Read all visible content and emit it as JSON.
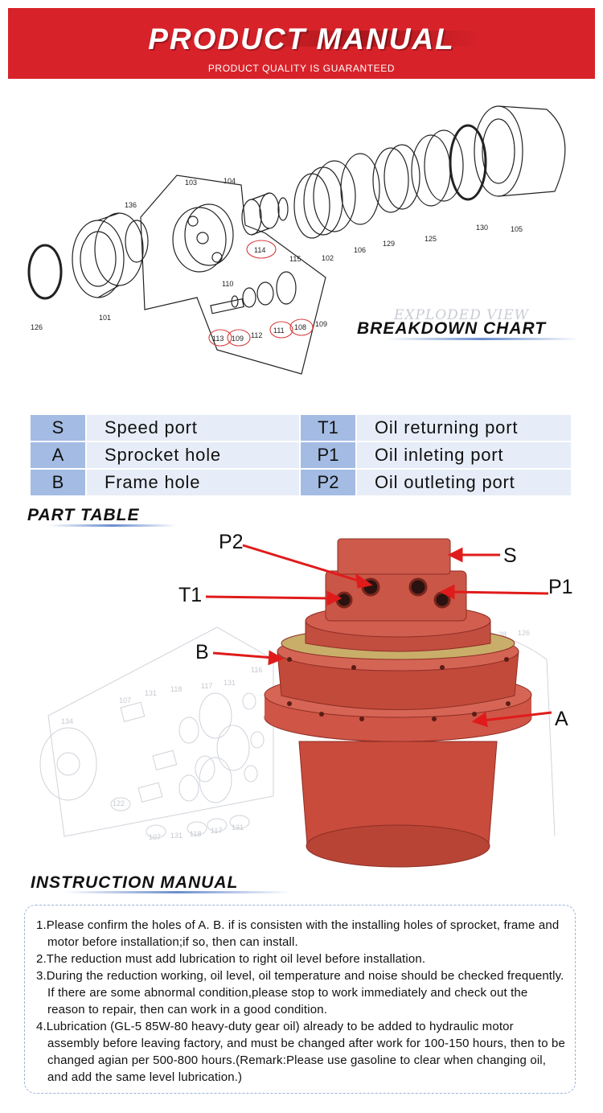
{
  "header": {
    "title": "PRODUCT MANUAL",
    "subtitle": "PRODUCT QUALITY IS GUARANTEED",
    "bg_color": "#d8222a"
  },
  "breakdown": {
    "title": "BREAKDOWN CHART",
    "watermark": "EXPLODED VIEW",
    "part_numbers": [
      "103",
      "104",
      "136",
      "101",
      "126",
      "110",
      "113",
      "109",
      "112",
      "111",
      "108",
      "109",
      "114",
      "115",
      "102",
      "106",
      "129",
      "125",
      "130",
      "105"
    ]
  },
  "part_table": {
    "title": "PART TABLE",
    "rows": [
      {
        "code_left": "S",
        "desc_left": "Speed port",
        "code_right": "T1",
        "desc_right": "Oil returning port"
      },
      {
        "code_left": "A",
        "desc_left": "Sprocket hole",
        "code_right": "P1",
        "desc_right": "Oil inleting port"
      },
      {
        "code_left": "B",
        "desc_left": "Frame hole",
        "code_right": "P2",
        "desc_right": "Oil outleting port"
      }
    ],
    "code_color": "#a4bce3",
    "desc_color": "#e6edf8"
  },
  "photo": {
    "callouts": {
      "p2": "P2",
      "s": "S",
      "t1": "T1",
      "p1": "P1",
      "b": "B",
      "a": "A"
    },
    "background_numbers": [
      "107",
      "131",
      "118",
      "117",
      "131",
      "134",
      "122",
      "107",
      "131",
      "118",
      "117",
      "131",
      "116",
      "38",
      "126"
    ],
    "motor_color": "#c94b3c",
    "arrow_color": "#e01b1b"
  },
  "instructions": {
    "title": "INSTRUCTION MANUAL",
    "items": [
      "1.Please confirm the holes of A. B. if is consisten with the installing holes of sprocket, frame and motor before installation;if so, then can install.",
      "2.The reduction must add lubrication to right oil level before installation.",
      "3.During the reduction working, oil level, oil temperature and noise should be checked frequently. If there are some abnormal condition,please stop to work immediately and check out the reason to repair, then can work in a good condition.",
      "4.Lubrication (GL-5 85W-80 heavy-duty gear oil) already to be added to hydraulic motor assembly before leaving factory, and must be changed after work for 100-150 hours, then to be changed agian per 500-800 hours.(Remark:Please use gasoline to clear when changing oil, and add the same level lubrication.)"
    ]
  }
}
